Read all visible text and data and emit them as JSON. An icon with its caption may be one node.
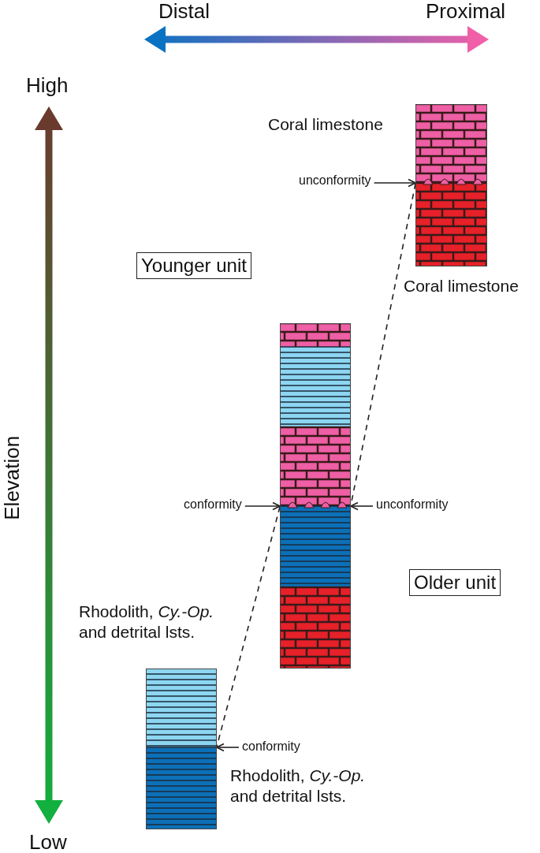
{
  "diagram": {
    "nodes": [
      {
        "text": [],
        "shape": "box"
      },
      {
        "text": [
          "unconformity"
        ]
      },
      {
        "text": [
          "Younger unit"
        ]
      },
      {
        "text": [],
        "shape": "box"
      },
      {
        "text": [
          "conformity"
        ]
      },
      {
        "text": [
          "unconformity"
        ]
      },
      {
        "text": [
          "Older unit"
        ]
      },
      {
        "text": [],
        "shape": "box"
      },
      {
        "text": [
          "conformity"
        ]
      }
    ],
    "edges": [
      {
        "from": 1,
        "to": 0,
        "arrow": "to"
      },
      {
        "from": 4,
        "to": 3,
        "arrow": "to"
      },
      {
        "from": 5,
        "to": 3,
        "arrow": "to"
      },
      {
        "from": 8,
        "to": 7,
        "arrow": "to"
      },
      {
        "from": 0,
        "to": 3,
        "arrow": "none",
        "style": "dashed"
      },
      {
        "from": 3,
        "to": 7,
        "arrow": "none",
        "style": "dashed"
      }
    ],
    "labels": [
      "Distal",
      "Proximal",
      "High",
      "Coral limestone",
      "Coral limestone",
      "Elevation",
      "Rhodolith, *Cy.-Op.* and detrital lsts.",
      "Rhodolith, *Cy.-Op.* and detrital lsts.",
      "Low"
    ]
  }
}
